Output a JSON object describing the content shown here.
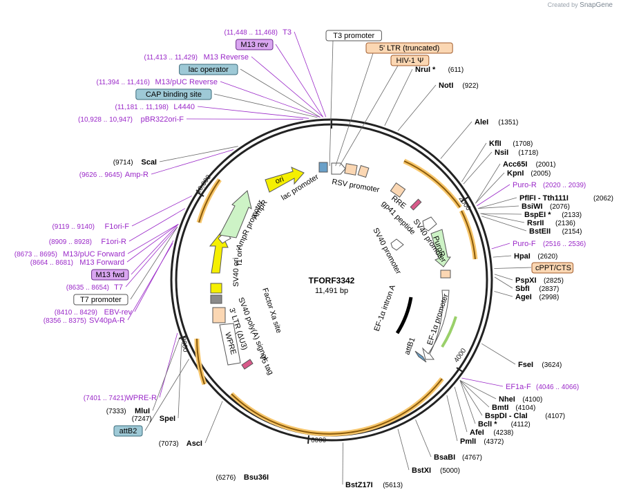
{
  "header": {
    "credit_prefix": "Created by",
    "credit_brand": "SnapGene"
  },
  "plasmid": {
    "name": "TFORF3342",
    "size_label": "11,491 bp",
    "length": 11491
  },
  "colors": {
    "enzyme": "#000000",
    "primer": "#9a28c8",
    "leader": "#9a28c8",
    "orf_highlight": "#f4b23a",
    "backbone": "#222222"
  },
  "ticks": [
    "2000",
    "4000",
    "6000",
    "8000",
    "10,000"
  ],
  "right_sites": [
    {
      "name": "NruI *",
      "pos": "(611)"
    },
    {
      "name": "NotI",
      "pos": "(922)"
    },
    {
      "name": "AleI",
      "pos": "(1351)"
    },
    {
      "name": "KflI",
      "pos": "(1708)"
    },
    {
      "name": "NsiI",
      "pos": "(1718)"
    },
    {
      "name": "Acc65I",
      "pos": "(2001)"
    },
    {
      "name": "KpnI",
      "pos": "(2005)"
    },
    {
      "name": "Puro-R",
      "pos": "(2020 .. 2039)",
      "kind": "primer"
    },
    {
      "name": "PflFI - Tth111I",
      "pos": "(2062)"
    },
    {
      "name": "BsiWI",
      "pos": "(2076)"
    },
    {
      "name": "BspEI *",
      "pos": "(2133)"
    },
    {
      "name": "RsrII",
      "pos": "(2136)"
    },
    {
      "name": "BstEII",
      "pos": "(2154)"
    },
    {
      "name": "Puro-F",
      "pos": "(2516 .. 2536)",
      "kind": "primer"
    },
    {
      "name": "HpaI",
      "pos": "(2620)"
    },
    {
      "name": "cPPT/CTS",
      "pos": "",
      "kind": "feature"
    },
    {
      "name": "PspXI",
      "pos": "(2825)"
    },
    {
      "name": "SbfI",
      "pos": "(2837)"
    },
    {
      "name": "AgeI",
      "pos": "(2998)"
    },
    {
      "name": "FseI",
      "pos": "(3624)"
    },
    {
      "name": "EF1a-F",
      "pos": "(4046 .. 4066)",
      "kind": "primer"
    },
    {
      "name": "NheI",
      "pos": "(4100)"
    },
    {
      "name": "BmtI",
      "pos": "(4104)"
    },
    {
      "name": "BspDI - ClaI",
      "pos": "(4107)"
    },
    {
      "name": "BclI *",
      "pos": "(4112)"
    },
    {
      "name": "AfeI",
      "pos": "(4238)"
    },
    {
      "name": "PmlI",
      "pos": "(4372)"
    },
    {
      "name": "BsaBI",
      "pos": "(4767)"
    },
    {
      "name": "BstXI",
      "pos": "(5000)"
    },
    {
      "name": "BstZ17I",
      "pos": "(5613)"
    }
  ],
  "left_sites": [
    {
      "name": "T3",
      "pos": "(11,448 .. 11,468)",
      "kind": "primer"
    },
    {
      "name": "M13 rev",
      "pos": "",
      "kind": "primer-box"
    },
    {
      "name": "M13 Reverse",
      "pos": "(11,413 .. 11,429)",
      "kind": "primer"
    },
    {
      "name": "lac operator",
      "pos": "",
      "kind": "feature-blue"
    },
    {
      "name": "M13/pUC Reverse",
      "pos": "(11,394 .. 11,416)",
      "kind": "primer"
    },
    {
      "name": "CAP binding site",
      "pos": "",
      "kind": "feature-blue"
    },
    {
      "name": "L4440",
      "pos": "(11,181 .. 11,198)",
      "kind": "primer"
    },
    {
      "name": "pBR322ori-F",
      "pos": "(10,928 .. 10,947)",
      "kind": "primer"
    },
    {
      "name": "ScaI",
      "pos": "(9714)"
    },
    {
      "name": "Amp-R",
      "pos": "(9626 .. 9645)",
      "kind": "primer"
    },
    {
      "name": "F1ori-F",
      "pos": "(9119 .. 9140)",
      "kind": "primer"
    },
    {
      "name": "F1ori-R",
      "pos": "(8909 .. 8928)",
      "kind": "primer"
    },
    {
      "name": "M13/pUC Forward",
      "pos": "(8673 .. 8695)",
      "kind": "primer"
    },
    {
      "name": "M13 Forward",
      "pos": "(8664 .. 8681)",
      "kind": "primer"
    },
    {
      "name": "M13 fwd",
      "pos": "",
      "kind": "primer-box"
    },
    {
      "name": "T7",
      "pos": "(8635 .. 8654)",
      "kind": "primer"
    },
    {
      "name": "T7 promoter",
      "pos": "",
      "kind": "feature-white"
    },
    {
      "name": "EBV-rev",
      "pos": "(8410 .. 8429)",
      "kind": "primer"
    },
    {
      "name": "SV40pA-R",
      "pos": "(8356 .. 8375)",
      "kind": "primer"
    },
    {
      "name": "WPRE-R",
      "pos": "(7401 .. 7421)",
      "kind": "primer"
    },
    {
      "name": "MluI",
      "pos": "(7333)"
    },
    {
      "name": "SpeI",
      "pos": "(7247)"
    },
    {
      "name": "attB2",
      "pos": "",
      "kind": "feature-blue"
    },
    {
      "name": "AscI",
      "pos": "(7073)"
    },
    {
      "name": "Bsu36I",
      "pos": "(6276)"
    }
  ],
  "top_features": [
    {
      "name": "T3 promoter",
      "kind": "feature-white"
    },
    {
      "name": "5' LTR (truncated)",
      "kind": "feature-orange"
    },
    {
      "name": "HIV-1 Ψ",
      "kind": "feature-orange"
    }
  ],
  "inner_labels": [
    "RSV promoter",
    "RRE",
    "gp41 peptide",
    "SV40 promoter",
    "PuroR",
    "SV40 promoter",
    "EF-1α intron A",
    "EF-1α promoter",
    "attB1",
    "Factor Xa site",
    "V5 tag",
    "SV40 poly(A) signal",
    "3' LTR (ΔU3)",
    "WPRE",
    "SV40 ori",
    "f1 ori",
    "AmpR promoter",
    "AmpR",
    "ori",
    "lac promoter"
  ]
}
